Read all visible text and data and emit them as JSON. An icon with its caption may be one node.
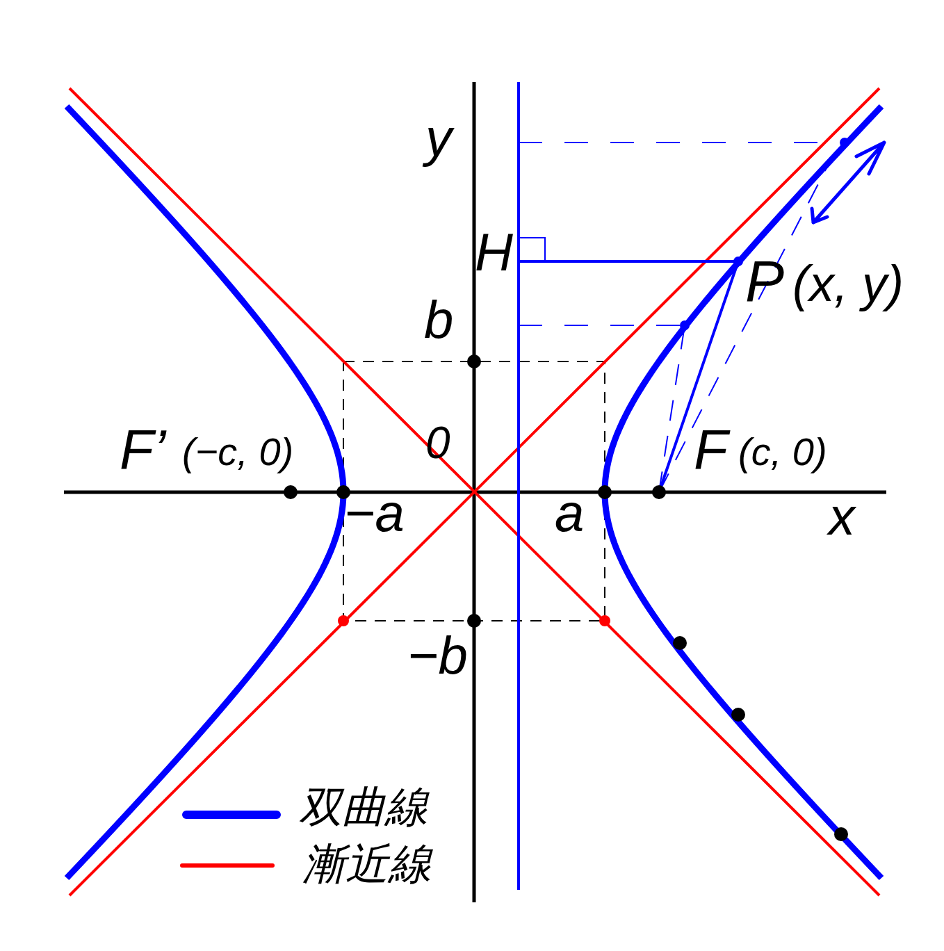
{
  "diagram": {
    "labels": [
      "y",
      "H",
      "P",
      "(x, y)",
      "b",
      "F’",
      "(−c, 0)",
      "0",
      "F",
      "(c, 0)",
      "−a",
      "a",
      "x",
      "−b"
    ],
    "legend": [
      {
        "text": "双曲線"
      },
      {
        "text": "漸近線"
      }
    ]
  }
}
